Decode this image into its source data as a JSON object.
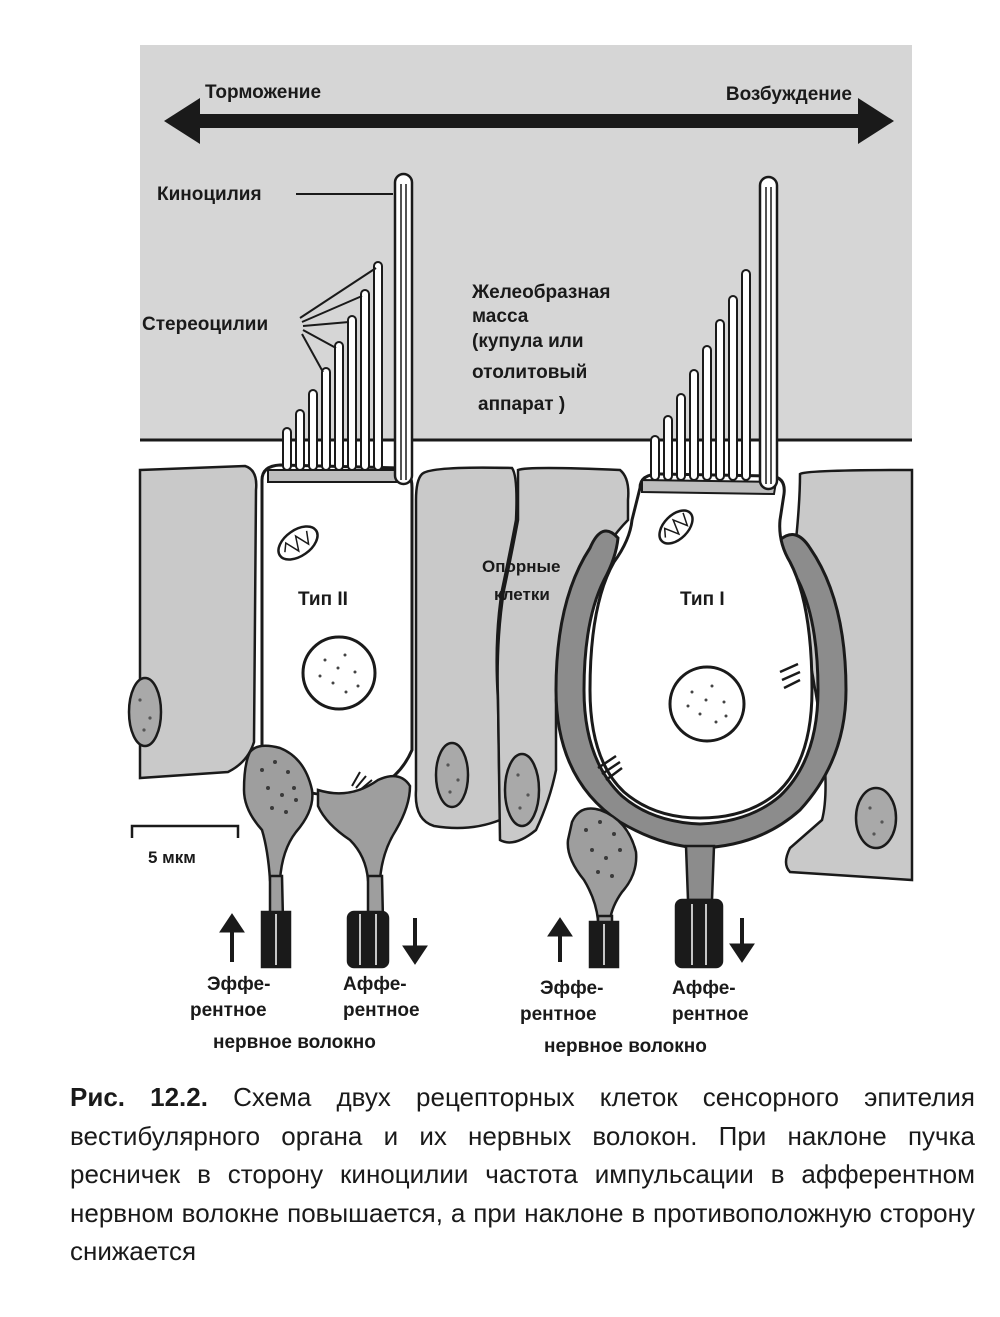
{
  "arrow": {
    "left_label": "Торможение",
    "right_label": "Возбуждение"
  },
  "labels": {
    "kinocilium": "Киноцилия",
    "stereocilia": "Стереоцилии",
    "gel_line1": "Желеобразная",
    "gel_line2": "масса",
    "gel_line3": "(купула или",
    "gel_line4": "отолитовый",
    "gel_line5": "аппарат )",
    "support_line1": "Опорные",
    "support_line2": "клетки",
    "type2": "Тип II",
    "type1": "Тип I",
    "scale": "5 мкм"
  },
  "fibers_left": {
    "efferent_line1": "Эффе-",
    "efferent_line2": "рентное",
    "afferent_line1": "Аффе-",
    "afferent_line2": "рентное",
    "common": "нервное волокно"
  },
  "fibers_right": {
    "efferent_line1": "Эффе-",
    "efferent_line2": "рентное",
    "afferent_line1": "Аффе-",
    "afferent_line2": "рентное",
    "common": "нервное волокно"
  },
  "caption": {
    "figure_number": "Рис. 12.2.",
    "text": "Схема двух рецепторных клеток сенсорного эпителия вестибулярного органа и их нервных волокон. При наклоне пучка ресничек в сторону киноцилии частота импульсации в афферентном нервном волокне повышается, а при наклоне в противоположную сторону снижается"
  },
  "colors": {
    "gel": "#d6d6d6",
    "tissue": "#c9c9c9",
    "calyx": "#8c8c8c",
    "ink": "#1a1a1a",
    "cell": "#ffffff"
  }
}
